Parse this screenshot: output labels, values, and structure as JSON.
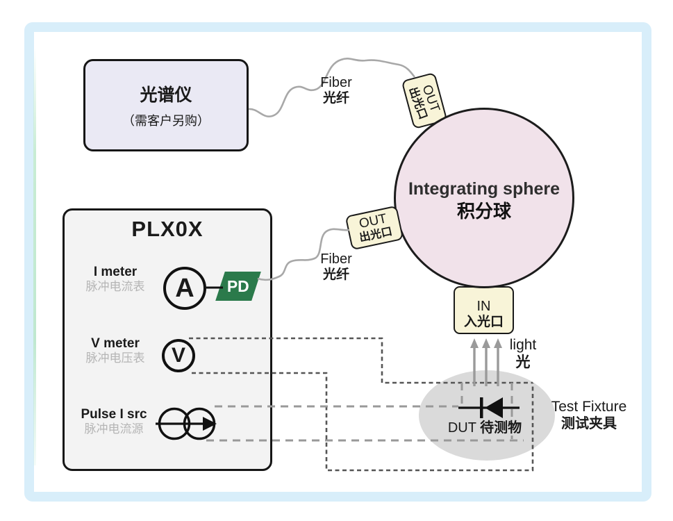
{
  "spectrometer": {
    "title": "光谱仪",
    "note": "（需客户另购）"
  },
  "sphere": {
    "name_en": "Integrating sphere",
    "name_zh": "积分球"
  },
  "ports": {
    "out_top": {
      "en": "OUT",
      "zh": "出光口"
    },
    "out_mid": {
      "en": "OUT",
      "zh": "出光口"
    },
    "in": {
      "en": "IN",
      "zh": "入光口"
    }
  },
  "fiber_top": {
    "en": "Fiber",
    "zh": "光纤"
  },
  "fiber_mid": {
    "en": "Fiber",
    "zh": "光纤"
  },
  "instrument": {
    "title": "PLX0X",
    "rows": [
      {
        "en": "I meter",
        "zh": "脉冲电流表",
        "symbol": "A"
      },
      {
        "en": "V meter",
        "zh": "脉冲电压表",
        "symbol": "V"
      },
      {
        "en": "Pulse I src",
        "zh": "脉冲电流源"
      }
    ],
    "pd": "PD"
  },
  "light": {
    "en": "light",
    "zh": "光"
  },
  "dut": {
    "en": "DUT",
    "zh": "待测物"
  },
  "fixture": {
    "en": "Test Fixture",
    "zh": "测试夹具"
  },
  "colors": {
    "frame_blue": "#d8eefa",
    "frame_mint": "#bfe8d0",
    "sphere_fill": "#f1e2ea",
    "port_fill": "#f8f4d8",
    "spectrometer_fill": "#eae9f4",
    "instrument_fill": "#f3f3f3",
    "pd_green": "#2b7a4b",
    "fixture_gray": "#dadada",
    "fiber_gray": "#a8a8a8",
    "sense_dash": "#555555",
    "force_dash": "#999999"
  }
}
